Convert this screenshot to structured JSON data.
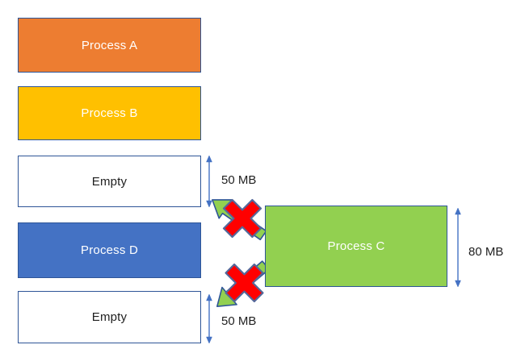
{
  "blocks": {
    "process_a": {
      "label": "Process A",
      "fill": "#ED7D31",
      "text_color": "#FFFFFF"
    },
    "process_b": {
      "label": "Process B",
      "fill": "#FFC000",
      "text_color": "#FFFFFF"
    },
    "empty_top": {
      "label": "Empty",
      "fill": "#FFFFFF",
      "text_color": "#1F1F1F"
    },
    "process_d": {
      "label": "Process D",
      "fill": "#4472C4",
      "text_color": "#FFFFFF"
    },
    "empty_bottom": {
      "label": "Empty",
      "fill": "#FFFFFF",
      "text_color": "#1F1F1F"
    },
    "process_c": {
      "label": "Process C",
      "fill": "#92D050",
      "text_color": "#FFFFFF"
    }
  },
  "measurements": {
    "empty_top": {
      "label": "50 MB"
    },
    "empty_bottom": {
      "label": "50 MB"
    },
    "process_c": {
      "label": "80 MB"
    }
  },
  "colors": {
    "background": "#FFFFFF",
    "block_border": "#2E5597",
    "measure_arrow": "#4472C4",
    "move_arrow_fill": "#92D050",
    "move_arrow_outline": "#2E5597",
    "x_mark_fill": "#FF0000",
    "x_mark_outline": "#54689A",
    "label_text": "#1F1F1F"
  }
}
